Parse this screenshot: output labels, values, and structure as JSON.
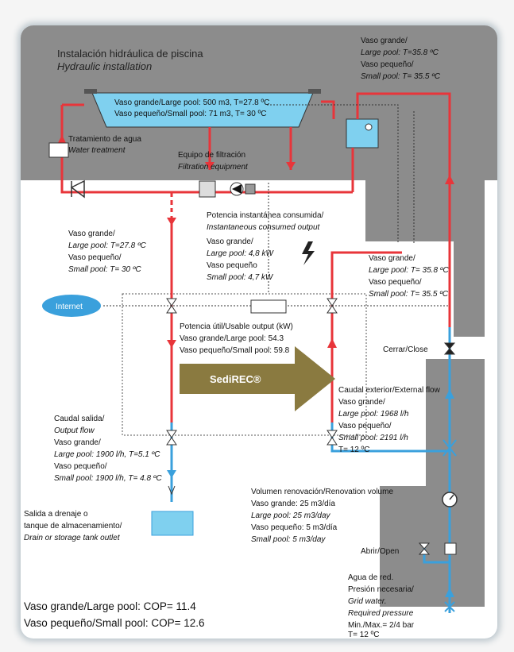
{
  "title": "Instalación hidráulica de piscina",
  "subtitle": "Hydraulic installation",
  "pool_text": [
    "Vaso grande/Large pool: 500 m3, T=27.8 ºC",
    "Vaso pequeño/Small pool: 71 m3, T= 30 ºC"
  ],
  "top_right": [
    "Vaso grande/",
    "Large pool: T=35.8 ºC",
    "Vaso pequeño/",
    "Small pool: T= 35.5 ºC"
  ],
  "water_treatment": [
    "Tratamiento de agua",
    "Water treatment"
  ],
  "filtration": [
    "Equipo de filtración",
    "Filtration equipment"
  ],
  "consumed": [
    "Potencia instantánea consumida/",
    "Instantaneous consumed output",
    "Vaso grande/",
    "Large pool: 4,8 kW",
    "Vaso pequeño",
    "Small pool: 4,7 kW"
  ],
  "left_mid": [
    "Vaso grande/",
    "Large pool: T=27.8 ºC",
    "Vaso pequeño/",
    "Small pool: T= 30 ºC"
  ],
  "right_mid": [
    "Vaso grande/",
    "Large pool: T= 35.8 ºC",
    "Vaso pequeño/",
    "Small pool: T= 35.5 ºC"
  ],
  "internet": "Internet",
  "usable": [
    "Potencia útil/Usable output (kW)",
    "Vaso grande/Large pool: 54.3",
    "Vaso pequeño/Small pool: 59.8"
  ],
  "brand": "SediREC®",
  "close": "Cerrar/Close",
  "external_flow": [
    "Caudal exterior/External flow",
    "Vaso grande/",
    "Large pool: 1968 l/h",
    "Vaso pequeño/",
    "Small pool: 2191 l/h",
    "T= 12 ºC"
  ],
  "output_flow": [
    "Caudal salida/",
    "Output flow",
    "Vaso grande/",
    "Large pool: 1900 l/h, T=5.1 ºC",
    "Vaso pequeño/",
    "Small pool: 1900 l/h, T= 4.8 ºC"
  ],
  "renovation": [
    "Volumen renovación/Renovation volume",
    "Vaso grande: 25 m3/día",
    "Large pool: 25 m3/day",
    "Vaso pequeño: 5 m3/día",
    "Small pool: 5 m3/day"
  ],
  "drain": [
    "Salida a drenaje o",
    "tanque de almacenamiento/",
    "Drain or storage tank outlet"
  ],
  "open": "Abrir/Open",
  "grid": [
    "Agua de red.",
    "Presión necesaria/",
    "Grid water.",
    "Required pressure",
    "Min./Max.= 2/4 bar",
    "T= 12 ºC"
  ],
  "cop": [
    "Vaso grande/Large pool: COP= 11.4",
    "Vaso pequeño/Small pool: COP= 12.6"
  ],
  "colors": {
    "hot": "#e8353a",
    "cold": "#3aa0dc",
    "grey": "#8c8c8c",
    "pool": "#7fd0ef",
    "arrow": "#8a7a40"
  }
}
